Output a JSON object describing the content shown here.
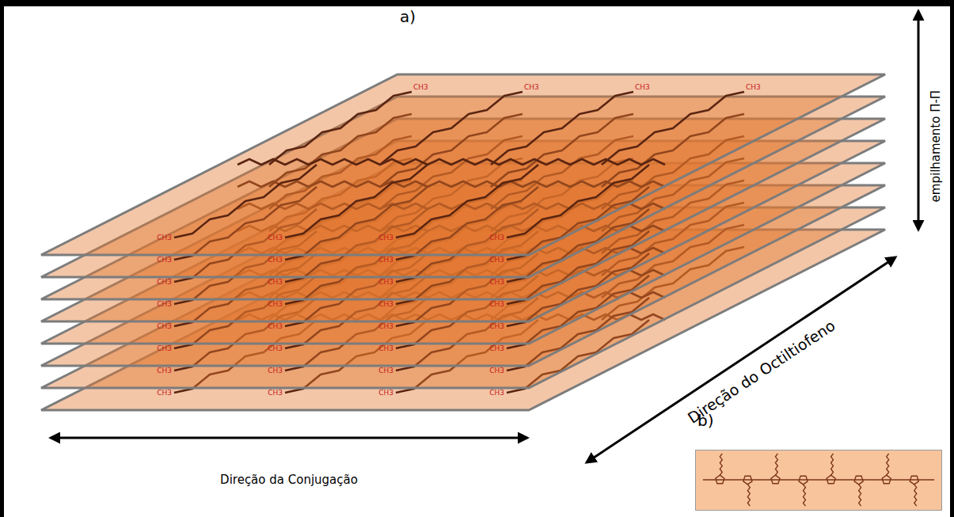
{
  "diagram": {
    "nodes": [
      {
        "text": [
          "b)"
        ]
      }
    ],
    "labels": [
      "a)",
      "CH3",
      "CH3",
      "CH3",
      "CH3",
      "empilhamento Π-Π",
      "CH3",
      "CH3",
      "CH3",
      "CH3",
      "CH3",
      "CH3",
      "CH3",
      "CH3",
      "CH3",
      "CH3",
      "CH3",
      "CH3",
      "CH3",
      "CH3",
      "CH3",
      "CH3",
      "CH3",
      "CH3",
      "CH3",
      "CH3",
      "CH3",
      "CH3",
      "CH3",
      "CH3",
      "CH3",
      "CH3",
      "CH3",
      "CH3",
      "CH3",
      "CH3",
      "CH3",
      "CH3",
      "Direção do Octiltiofeno",
      "Direção da Conjugação"
    ]
  }
}
